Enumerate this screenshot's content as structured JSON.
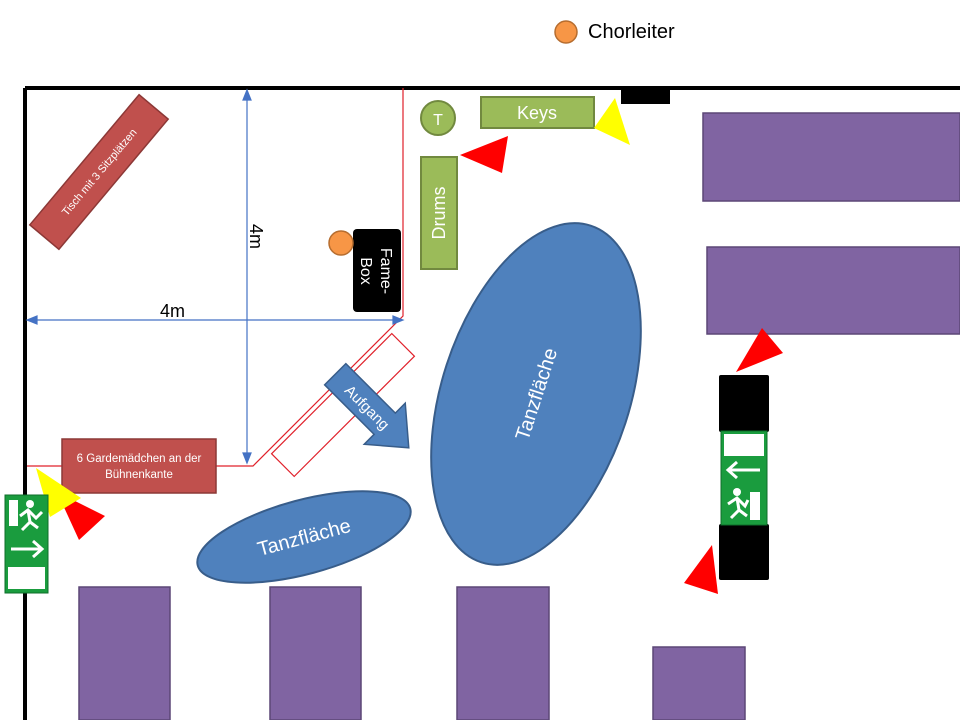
{
  "legend": {
    "conductor": "Chorleiter"
  },
  "stage": {
    "width_label": "4m",
    "depth_label": "4m",
    "keys": "Keys",
    "drums": "Drums",
    "t_marker": "T",
    "fame_box": "Fame-Box",
    "fame_box_line1": "Fame-",
    "fame_box_line2": "Box",
    "table": "Tisch mit 3 Sitzplätzen",
    "guard_girls": "6 Gardemädchen an der Bühnenkante",
    "guard_girls_line1": "6 Gardemädchen an der",
    "guard_girls_line2": "Bühnenkante",
    "stairs": "Aufgang"
  },
  "dance_floors": [
    "Tanzfläche",
    "Tanzfläche"
  ],
  "colors": {
    "wall": "#000000",
    "stage_outline": "#e0202a",
    "dimension": "#4472c4",
    "instrument": "#9bbb59",
    "instrument_border": "#71893f",
    "table": "#c0504d",
    "table_border": "#8c3836",
    "dance_floor": "#4f81bd",
    "dance_floor_border": "#385d8a",
    "seating": "#8064a2",
    "seating_border": "#5c4776",
    "person": "#f79646",
    "speaker": "#000000",
    "exit": "#1a9c3e",
    "light_red": "#ff0000",
    "light_yellow": "#ffff00"
  },
  "icons": [
    "emergency-exit-icon",
    "emergency-exit-icon",
    "person-marker-icon",
    "spotlight-icon"
  ]
}
